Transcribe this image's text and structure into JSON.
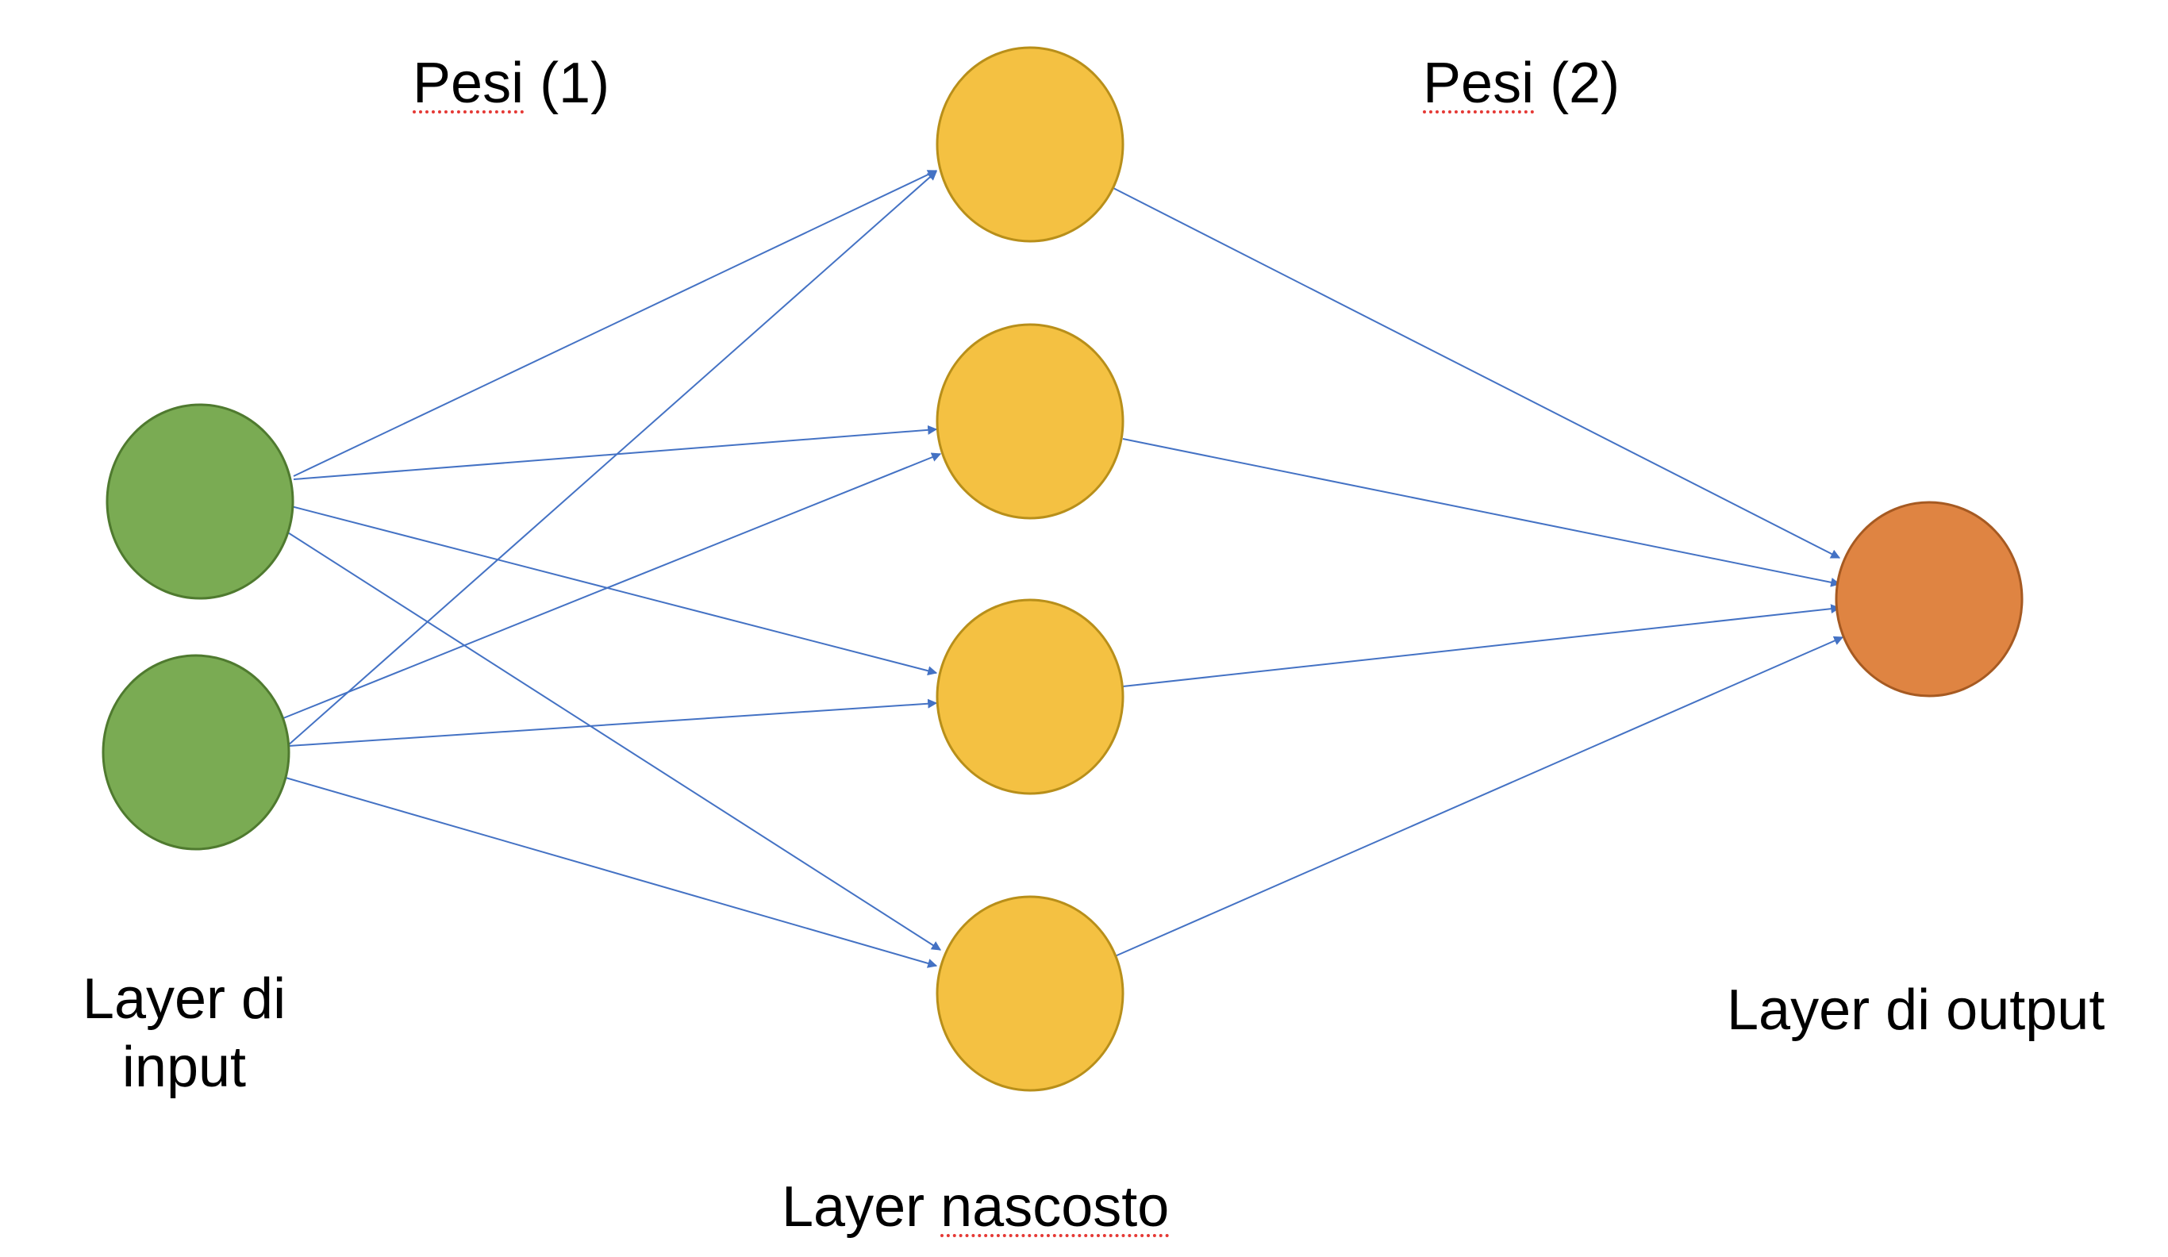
{
  "labels": {
    "weights_1_word": "Pesi",
    "weights_1_suffix": " (1)",
    "weights_2_word": "Pesi",
    "weights_2_suffix": " (2)",
    "input_line1": "Layer di",
    "input_line2": "input",
    "hidden_prefix": "Layer ",
    "hidden_word": "nascosto",
    "output": "Layer di output"
  },
  "colors": {
    "input_fill": "#7aab53",
    "input_stroke": "#4f7a2f",
    "hidden_fill": "#f4c142",
    "hidden_stroke": "#b88f1a",
    "output_fill": "#df8442",
    "output_stroke": "#a65a22",
    "edge": "#4472c4",
    "spellcheck": "#e53935"
  },
  "network": {
    "input_nodes": 2,
    "hidden_nodes": 4,
    "output_nodes": 1
  }
}
